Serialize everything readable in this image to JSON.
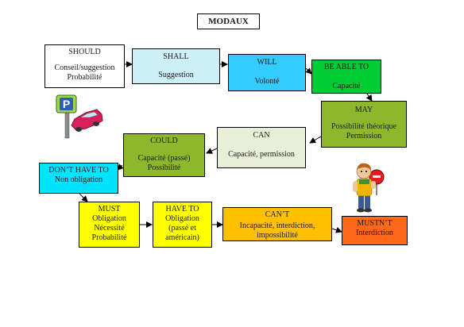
{
  "title": "MODAUX",
  "boxes": {
    "should": {
      "label": "SHOULD",
      "desc": "Conseil/suggestion\nProbabilité",
      "color": "#ffffff"
    },
    "shall": {
      "label": "SHALL",
      "desc": "Suggestion",
      "color": "#cdeff6"
    },
    "will": {
      "label": "WILL",
      "desc": "Volonté",
      "color": "#33ccff"
    },
    "be_able_to": {
      "label": "BE ABLE TO",
      "desc": "Capacité",
      "color": "#00cc33"
    },
    "may": {
      "label": "MAY",
      "desc": "Possibilité théorique\nPermission",
      "color": "#8db82c"
    },
    "can": {
      "label": "CAN",
      "desc": "Capacité, permission",
      "color": "#e8efd6"
    },
    "could": {
      "label": "COULD",
      "desc": "Capacité (passé)\nPossibilité",
      "color": "#8db82c"
    },
    "dont_have_to": {
      "label": "DON’T HAVE TO",
      "desc": "Non obligation",
      "color": "#00e5ff"
    },
    "must": {
      "label": "MUST",
      "desc": "Obligation\nNécessité\nProbabilité",
      "color": "#ffff00"
    },
    "have_to": {
      "label": "HAVE TO",
      "desc": "Obligation\n(passé et\naméricain)",
      "color": "#ffff00"
    },
    "cant": {
      "label": "CAN’T",
      "desc": "Incapacité, interdiction,\nimpossibilité",
      "color": "#ffc000"
    },
    "mustnt": {
      "label": "MUSTN’T",
      "desc": "Interdiction",
      "color": "#ff6a1a"
    }
  },
  "icons": [
    "parking-car-icon",
    "boy-stop-sign-icon"
  ]
}
